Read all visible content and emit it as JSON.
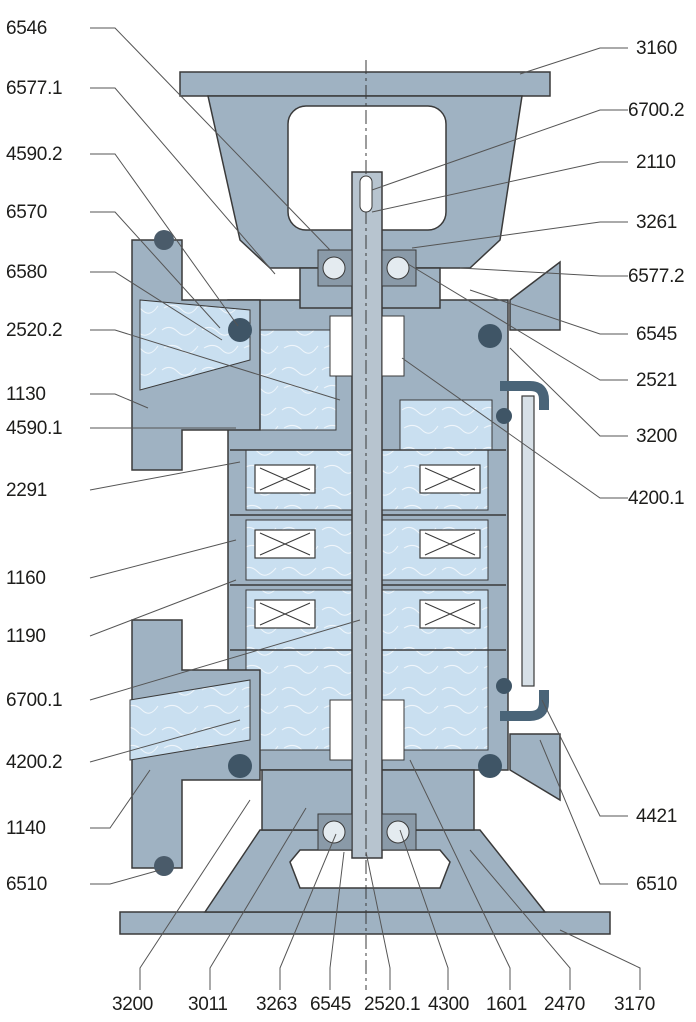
{
  "labels_left": [
    "6546",
    "6577.1",
    "4590.2",
    "6570",
    "6580",
    "2520.2",
    "1130",
    "4590.1",
    "2291",
    "1160",
    "1190",
    "6700.1",
    "4200.2",
    "1140",
    "6510"
  ],
  "labels_right": [
    "3160",
    "6700.2",
    "2110",
    "3261",
    "6577.2",
    "6545",
    "2521",
    "3200",
    "4200.1",
    "4421",
    "6510"
  ],
  "labels_bottom": [
    "3200",
    "3011",
    "3263",
    "6545",
    "2520.1",
    "4300",
    "1601",
    "2470",
    "3170"
  ],
  "colors": {
    "casing": "#9fb2c2",
    "casing_dark": "#7f93a4",
    "water": "#c9dff0",
    "outline": "#3a3a3a",
    "leader": "#555555",
    "shaft": "#b7c4cf"
  }
}
